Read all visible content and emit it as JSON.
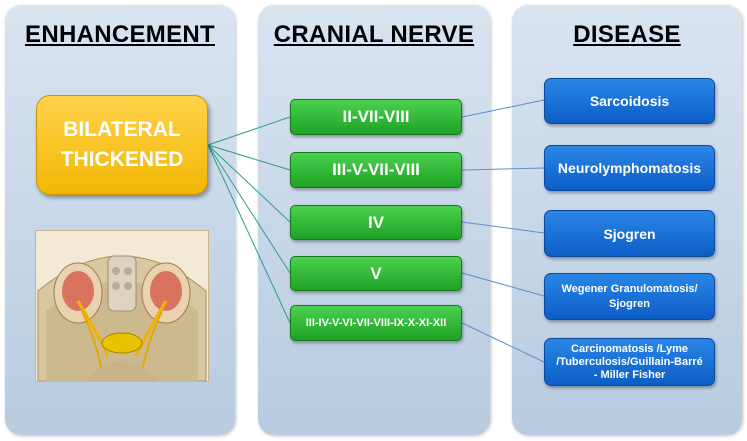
{
  "columns": {
    "enhancement": "ENHANCEMENT",
    "cranial_nerve": "CRANIAL NERVE",
    "disease": "DISEASE"
  },
  "enhancement_box": {
    "line1": "BILATERAL",
    "line2": "THICKENED"
  },
  "nerves": [
    {
      "label": "II-VII-VIII"
    },
    {
      "label": "III-V-VII-VIII"
    },
    {
      "label": "IV"
    },
    {
      "label": "V"
    },
    {
      "label": "III-IV-V-VI-VII-VIII-IX-X-XI-XII"
    }
  ],
  "diseases": [
    {
      "label": "Sarcoidosis"
    },
    {
      "label": "Neurolymphomatosis"
    },
    {
      "label": "Sjogren"
    },
    {
      "label": "Wegener Granulomatosis/ Sjogren"
    },
    {
      "label": "Carcinomatosis  /Lyme /Tuberculosis/Guillain-Barré - Miller Fisher"
    }
  ],
  "colors": {
    "enhancement_fill": "#f2b705",
    "nerve_fill": "#22a829",
    "disease_fill": "#1565d8",
    "connector_green": "#2e9e8a",
    "connector_blue": "#5b8fd0"
  }
}
